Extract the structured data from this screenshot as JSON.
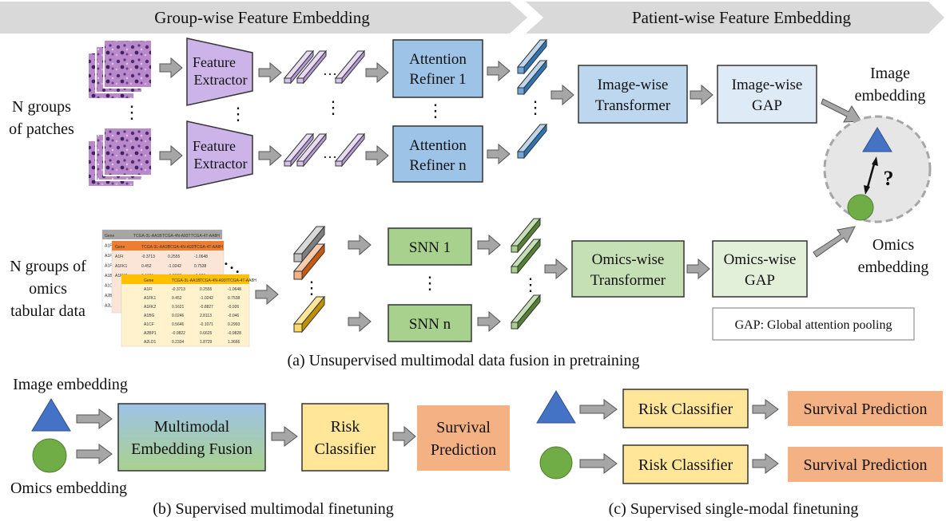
{
  "headers": {
    "group_wise": "Group-wise Feature Embedding",
    "patient_wise": "Patient-wise Feature Embedding"
  },
  "image_branch": {
    "n_groups_patches_line1": "N groups",
    "n_groups_patches_line2": "of patches",
    "feature_extractor_line1": "Feature",
    "feature_extractor_line2": "Extractor",
    "attention_refiner_1_line1": "Attention",
    "attention_refiner_1_line2": "Refiner 1",
    "attention_refiner_n_line1": "Attention",
    "attention_refiner_n_line2": "Refiner n",
    "image_transformer_line1": "Image-wise",
    "image_transformer_line2": "Transformer",
    "image_gap_line1": "Image-wise",
    "image_gap_line2": "GAP",
    "image_embedding_line1": "Image",
    "image_embedding_line2": "embedding"
  },
  "omics_branch": {
    "n_groups_omics_line1": "N groups of",
    "n_groups_omics_line2": "omics",
    "n_groups_omics_line3": "tabular data",
    "snn_1": "SNN 1",
    "snn_n": "SNN n",
    "omics_transformer_line1": "Omics-wise",
    "omics_transformer_line2": "Transformer",
    "omics_gap_line1": "Omics-wise",
    "omics_gap_line2": "GAP",
    "omics_embedding_line1": "Omics",
    "omics_embedding_line2": "embedding",
    "question_mark": "?",
    "gap_legend": "GAP: Global attention pooling"
  },
  "omics_table": {
    "header": [
      "Gene",
      "TCGA-3L-AA1B",
      "TCGA-4N-A93T",
      "TCGA-4T-AA8H"
    ],
    "rows": [
      [
        "A1FI",
        "-0.3713",
        "0.2555",
        "-1.0648"
      ],
      [
        "A1FK1",
        "0.452",
        "-1.0242",
        "0.7538"
      ],
      [
        "A1FK2",
        "0.1621",
        "-0.8827",
        "-0.926"
      ],
      [
        "A1BG",
        "0.0246",
        "2.8113",
        "-0.046"
      ],
      [
        "A1CF",
        "0.5646",
        "-0.1071",
        "0.2993"
      ],
      [
        "A2BP1",
        "-0.9822",
        "0.6625",
        "-0.9828"
      ],
      [
        "A2LD1",
        "0.2334",
        "1.8729",
        "1.3666"
      ]
    ]
  },
  "captions": {
    "a": "(a) Unsupervised multimodal data fusion in pretraining",
    "b": "(b) Supervised multimodal finetuning",
    "c": "(c) Supervised single-modal finetuning"
  },
  "finetune_multi": {
    "image_embedding": "Image embedding",
    "omics_embedding": "Omics embedding",
    "fusion_line1": "Multimodal",
    "fusion_line2": "Embedding Fusion",
    "risk_line1": "Risk",
    "risk_line2": "Classifier",
    "survival_line1": "Survival",
    "survival_line2": "Prediction"
  },
  "finetune_single": {
    "risk_classifier": "Risk Classifier",
    "survival_prediction": "Survival Prediction"
  },
  "colors": {
    "header_bg": "#d9d9d9",
    "extractor": "#ccb3e8",
    "refiner": "#9dc3e6",
    "transformer_blue": "#bdd7ee",
    "gap_blue": "#deebf7",
    "snn": "#a9d18e",
    "transformer_green": "#c5e0b4",
    "gap_green": "#e2f0d9",
    "risk": "#ffe699",
    "survival": "#f4b183",
    "triangle": "#4472c4",
    "circle": "#70ad47",
    "arrow": "#a6a6a6"
  }
}
